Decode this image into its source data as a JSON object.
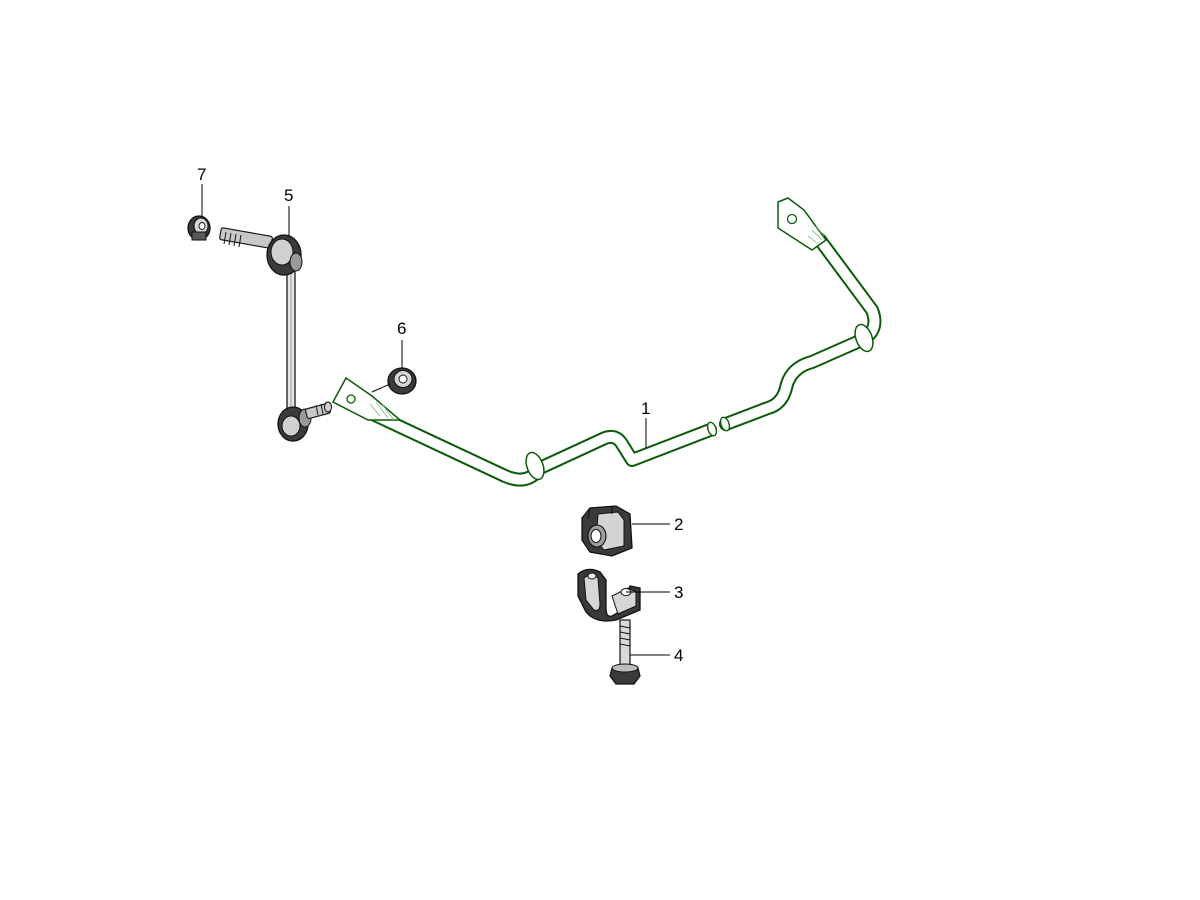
{
  "colors": {
    "bar_outline": "#0a5a0a",
    "bar_fill": "#ffffff",
    "part_dark": "#2b2b2b",
    "part_mid": "#8c8c8c",
    "part_light": "#d8d8d8",
    "leader": "#000000"
  },
  "callouts": {
    "c1": "1",
    "c2": "2",
    "c3": "3",
    "c4": "4",
    "c5": "5",
    "c6": "6",
    "c7": "7"
  },
  "parts": [
    {
      "number": "1",
      "semantic": "stabilizer-bar"
    },
    {
      "number": "2",
      "semantic": "rubber-bushing"
    },
    {
      "number": "3",
      "semantic": "bushing-clamp-bracket"
    },
    {
      "number": "4",
      "semantic": "flange-bolt"
    },
    {
      "number": "5",
      "semantic": "stabilizer-link"
    },
    {
      "number": "6",
      "semantic": "flange-nut"
    },
    {
      "number": "7",
      "semantic": "flange-nut"
    }
  ]
}
